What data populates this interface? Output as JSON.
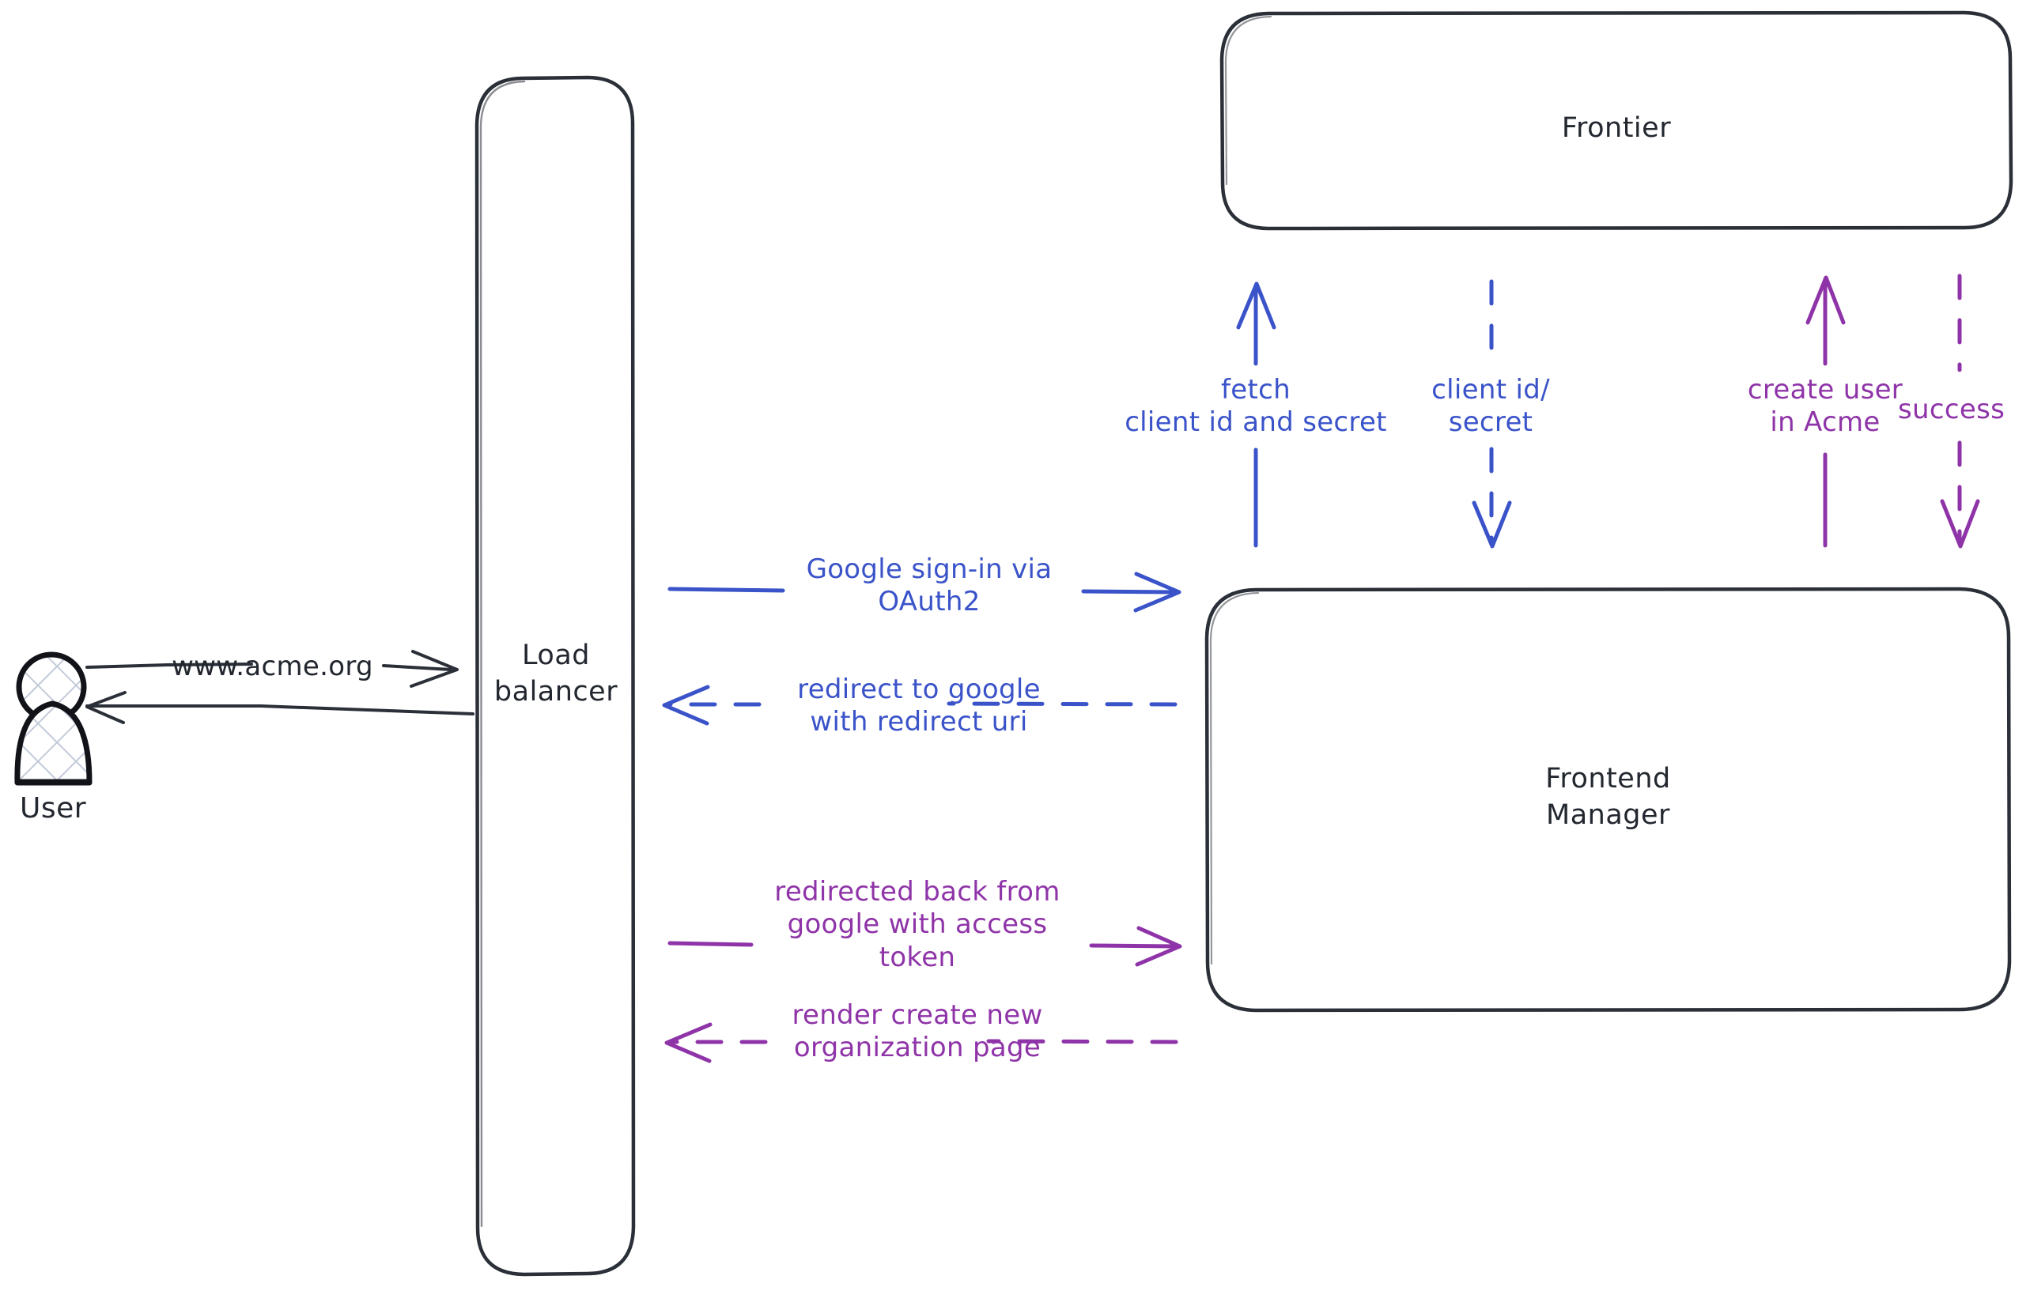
{
  "diagram": {
    "title": "OAuth2 Google sign-in flow",
    "type": "sequence-architecture-diagram",
    "colors": {
      "stroke_dark": "#22262e",
      "blue": "#3a53c9",
      "purple": "#8f34a8",
      "hatch": "#c3cbd9",
      "background": "#ffffff"
    }
  },
  "actors": {
    "user": {
      "label": "User",
      "icon": "user-actor-icon"
    }
  },
  "nodes": [
    {
      "id": "load-balancer",
      "label": "Load\nbalancer"
    },
    {
      "id": "frontier",
      "label": "Frontier"
    },
    {
      "id": "frontend-manager",
      "label": "Frontend\nManager"
    }
  ],
  "edges": [
    {
      "id": "user-to-lb",
      "label": "www.acme.org",
      "from": "user",
      "to": "load-balancer",
      "color": "#22262e",
      "style": "solid",
      "direction": "right"
    },
    {
      "id": "lb-to-user",
      "label": "",
      "from": "load-balancer",
      "to": "user",
      "color": "#22262e",
      "style": "solid",
      "direction": "left"
    },
    {
      "id": "lb-to-fem-signin",
      "label": "Google sign-in via\nOAuth2",
      "from": "load-balancer",
      "to": "frontend-manager",
      "color": "#3a53c9",
      "style": "solid",
      "direction": "right"
    },
    {
      "id": "fem-to-lb-redirect",
      "label": "redirect to google\nwith redirect uri",
      "from": "frontend-manager",
      "to": "load-balancer",
      "color": "#3a53c9",
      "style": "dashed",
      "direction": "left"
    },
    {
      "id": "lb-to-fem-token",
      "label": "redirected back from\ngoogle with access\ntoken",
      "from": "load-balancer",
      "to": "frontend-manager",
      "color": "#8f34a8",
      "style": "solid",
      "direction": "right"
    },
    {
      "id": "fem-to-lb-render",
      "label": "render create new\norganization page",
      "from": "frontend-manager",
      "to": "load-balancer",
      "color": "#8f34a8",
      "style": "dashed",
      "direction": "left"
    },
    {
      "id": "fem-to-frontier-fetch",
      "label": "fetch\nclient id and secret",
      "from": "frontend-manager",
      "to": "frontier",
      "color": "#3a53c9",
      "style": "solid",
      "direction": "up"
    },
    {
      "id": "frontier-to-fem-creds",
      "label": "client id/\nsecret",
      "from": "frontier",
      "to": "frontend-manager",
      "color": "#3a53c9",
      "style": "dashed",
      "direction": "down"
    },
    {
      "id": "fem-to-frontier-create",
      "label": "create user\nin Acme",
      "from": "frontend-manager",
      "to": "frontier",
      "color": "#8f34a8",
      "style": "solid",
      "direction": "up"
    },
    {
      "id": "frontier-to-fem-success",
      "label": "success",
      "from": "frontier",
      "to": "frontend-manager",
      "color": "#8f34a8",
      "style": "dashed",
      "direction": "down"
    }
  ]
}
